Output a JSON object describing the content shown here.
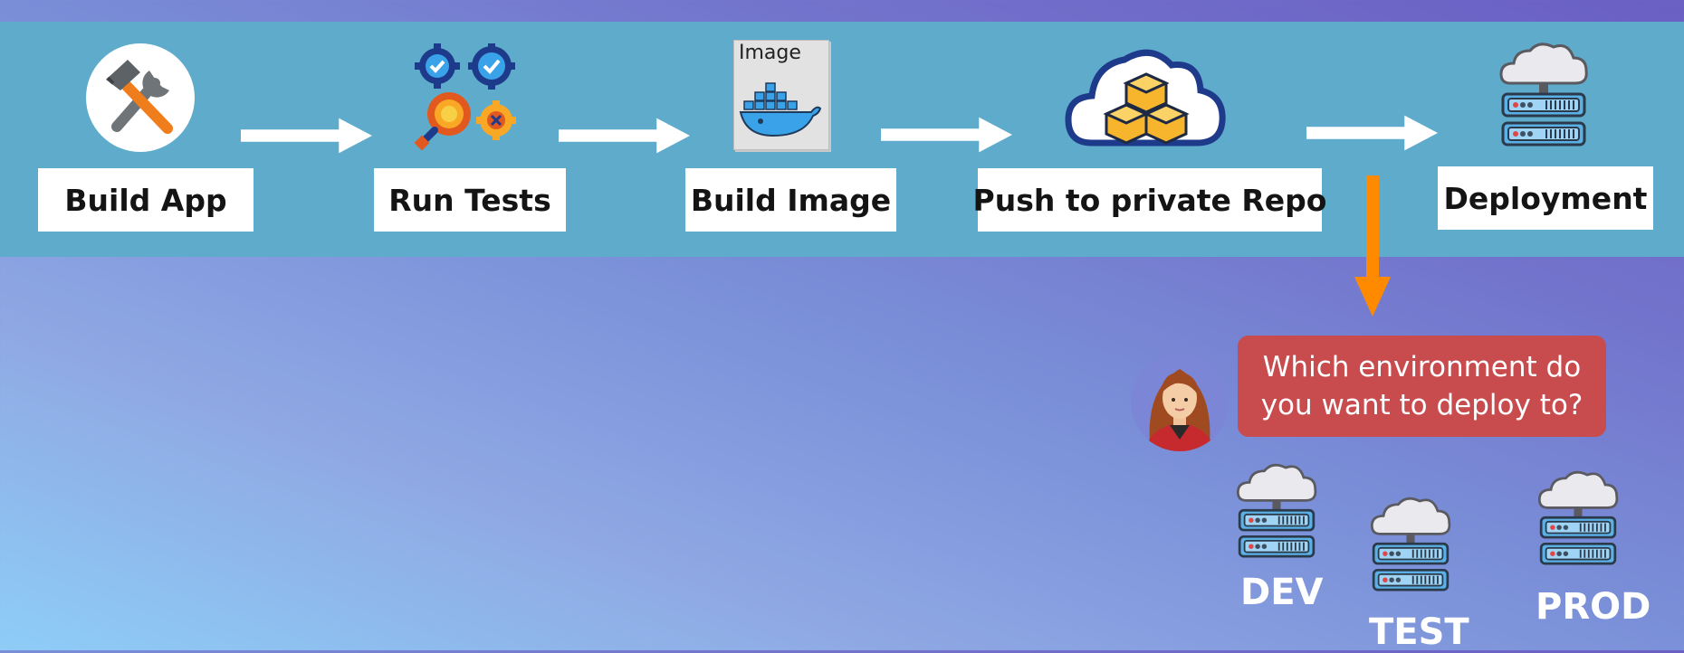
{
  "pipeline": {
    "steps": [
      {
        "label": "Build App",
        "icon": "hammer-wrench-icon"
      },
      {
        "label": "Run Tests",
        "icon": "gears-magnifier-icon"
      },
      {
        "label": "Build Image",
        "icon": "docker-image-icon",
        "icon_text": "Image"
      },
      {
        "label": "Push to private Repo",
        "icon": "cloud-boxes-icon"
      },
      {
        "label": "Deployment",
        "icon": "cloud-server-icon"
      }
    ]
  },
  "prompt": {
    "line1": "Which environment do",
    "line2": "you want to deploy to?"
  },
  "environments": [
    {
      "label": "DEV",
      "icon": "cloud-server-icon"
    },
    {
      "label": "TEST",
      "icon": "cloud-server-icon"
    },
    {
      "label": "PROD",
      "icon": "cloud-server-icon"
    }
  ],
  "colors": {
    "band": "#5eabcc",
    "orange_arrow": "#ff8a00",
    "bubble": "#c84b4e"
  }
}
